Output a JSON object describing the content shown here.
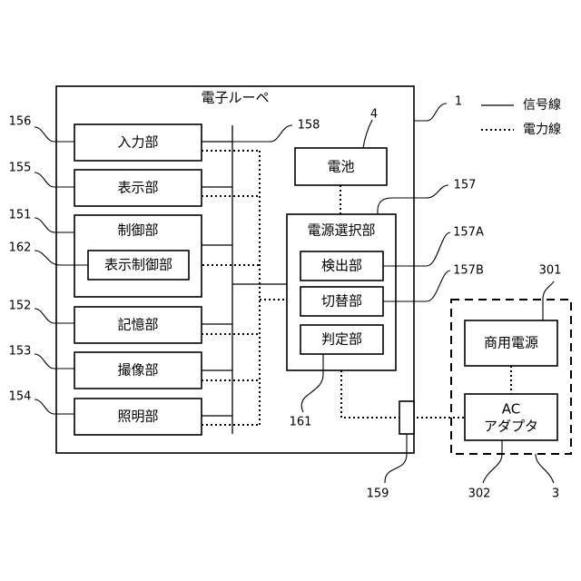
{
  "diagram": {
    "title": "電子ルーペ",
    "blocks": {
      "input": "入力部",
      "display": "表示部",
      "control": "制御部",
      "display_control": "表示制御部",
      "memory": "記憶部",
      "imaging": "撮像部",
      "lighting": "照明部",
      "battery": "電池",
      "power_select": "電源選択部",
      "detect": "検出部",
      "switch": "切替部",
      "judge": "判定部",
      "commercial_power": "商用電源",
      "ac_adapter_line1": "AC",
      "ac_adapter_line2": "アダプタ"
    },
    "refs": {
      "r1": "1",
      "r3": "3",
      "r4": "4",
      "r151": "151",
      "r152": "152",
      "r153": "153",
      "r154": "154",
      "r155": "155",
      "r156": "156",
      "r157": "157",
      "r157a": "157A",
      "r157b": "157B",
      "r158": "158",
      "r159": "159",
      "r161": "161",
      "r162": "162",
      "r301": "301",
      "r302": "302"
    },
    "legend": {
      "signal": "信号線",
      "power": "電力線"
    }
  }
}
